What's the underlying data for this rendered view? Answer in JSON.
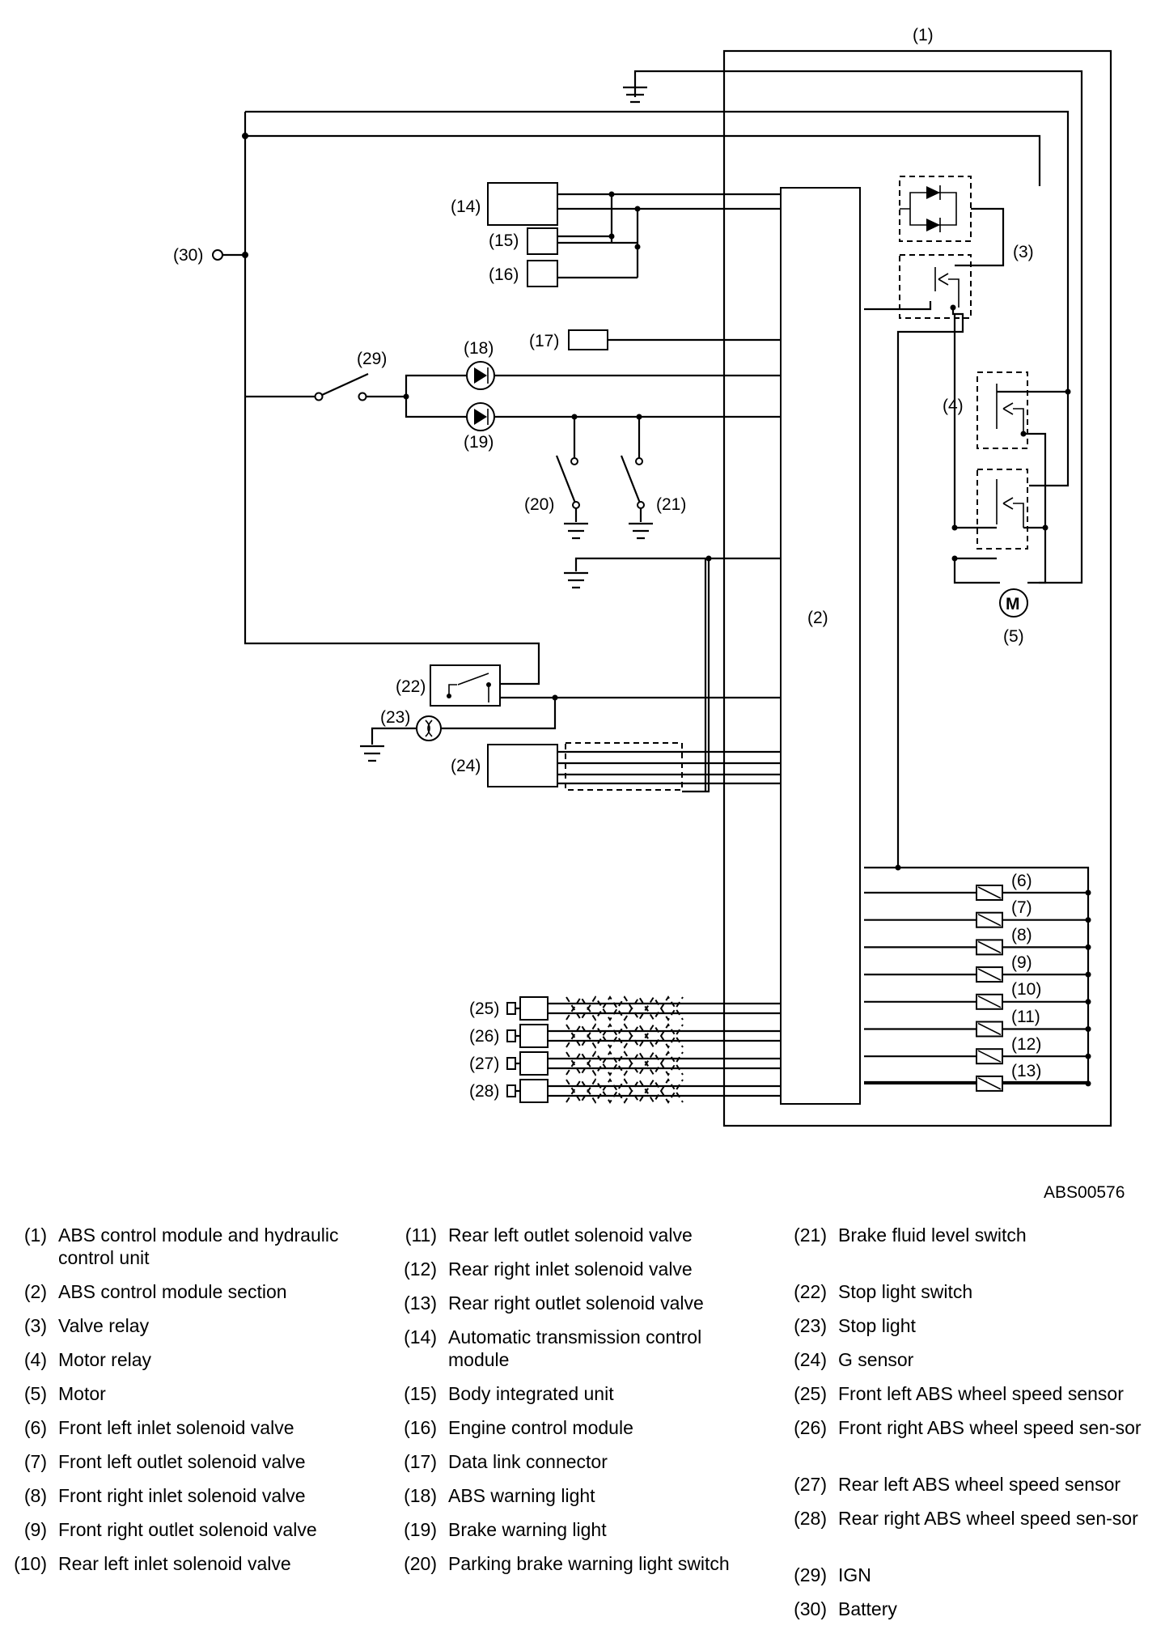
{
  "diagram": {
    "code": "ABS00576",
    "callouts": {
      "c1": "(1)",
      "c2": "(2)",
      "c3": "(3)",
      "c4": "(4)",
      "c5": "(5)",
      "c6": "(6)",
      "c7": "(7)",
      "c8": "(8)",
      "c9": "(9)",
      "c10": "(10)",
      "c11": "(11)",
      "c12": "(12)",
      "c13": "(13)",
      "c14": "(14)",
      "c15": "(15)",
      "c16": "(16)",
      "c17": "(17)",
      "c18": "(18)",
      "c19": "(19)",
      "c20": "(20)",
      "c21": "(21)",
      "c22": "(22)",
      "c23": "(23)",
      "c24": "(24)",
      "c25": "(25)",
      "c26": "(26)",
      "c27": "(27)",
      "c28": "(28)",
      "c29": "(29)",
      "c30": "(30)"
    },
    "motor_symbol": "M"
  },
  "legend": [
    {
      "num": "(1)",
      "text": "ABS control module and hydraulic control unit"
    },
    {
      "num": "(2)",
      "text": "ABS control module section"
    },
    {
      "num": "(3)",
      "text": "Valve relay"
    },
    {
      "num": "(4)",
      "text": "Motor relay"
    },
    {
      "num": "(5)",
      "text": "Motor"
    },
    {
      "num": "(6)",
      "text": "Front left inlet solenoid valve"
    },
    {
      "num": "(7)",
      "text": "Front left outlet solenoid valve"
    },
    {
      "num": "(8)",
      "text": "Front right inlet solenoid valve"
    },
    {
      "num": "(9)",
      "text": "Front right outlet solenoid valve"
    },
    {
      "num": "(10)",
      "text": "Rear left inlet solenoid valve"
    },
    {
      "num": "(11)",
      "text": "Rear left outlet solenoid valve"
    },
    {
      "num": "(12)",
      "text": "Rear right inlet solenoid valve"
    },
    {
      "num": "(13)",
      "text": "Rear right outlet solenoid valve"
    },
    {
      "num": "(14)",
      "text": "Automatic transmission control module"
    },
    {
      "num": "(15)",
      "text": "Body integrated unit"
    },
    {
      "num": "(16)",
      "text": "Engine control module"
    },
    {
      "num": "(17)",
      "text": "Data link connector"
    },
    {
      "num": "(18)",
      "text": "ABS warning light"
    },
    {
      "num": "(19)",
      "text": "Brake warning light"
    },
    {
      "num": "(20)",
      "text": "Parking brake warning light switch"
    },
    {
      "num": "(21)",
      "text": "Brake fluid level switch"
    },
    {
      "num": "(22)",
      "text": "Stop light switch"
    },
    {
      "num": "(23)",
      "text": "Stop light"
    },
    {
      "num": "(24)",
      "text": "G sensor"
    },
    {
      "num": "(25)",
      "text": "Front left ABS wheel speed sensor"
    },
    {
      "num": "(26)",
      "text": "Front right ABS wheel speed sen-sor"
    },
    {
      "num": "(27)",
      "text": "Rear left ABS wheel speed sensor"
    },
    {
      "num": "(28)",
      "text": "Rear right ABS wheel speed sen-sor"
    },
    {
      "num": "(29)",
      "text": "IGN"
    },
    {
      "num": "(30)",
      "text": "Battery"
    }
  ]
}
